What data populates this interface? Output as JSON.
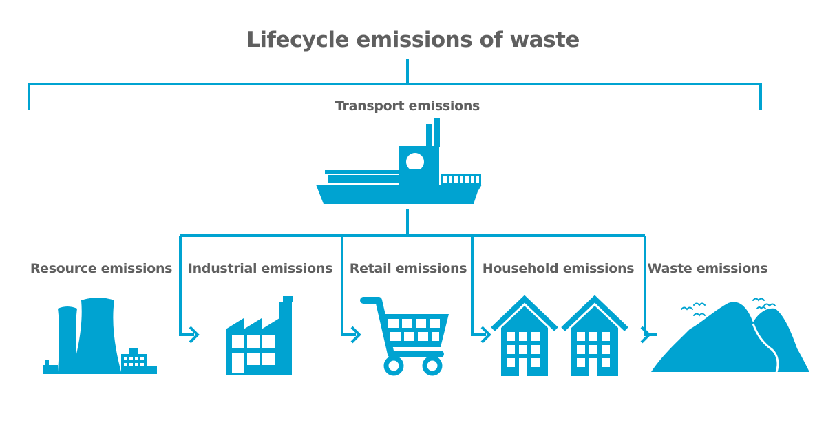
{
  "title": "Lifecycle emissions of waste",
  "transport_label": "Transport emissions",
  "stages": [
    {
      "label": "Resource emissions",
      "icon": "power-plant-icon"
    },
    {
      "label": "Industrial emissions",
      "icon": "factory-icon"
    },
    {
      "label": "Retail emissions",
      "icon": "shopping-cart-icon"
    },
    {
      "label": "Household emissions",
      "icon": "houses-icon"
    },
    {
      "label": "Waste emissions",
      "icon": "landfill-icon"
    }
  ],
  "colors": {
    "accent": "#00a3d1",
    "text": "#5f5f5f"
  }
}
